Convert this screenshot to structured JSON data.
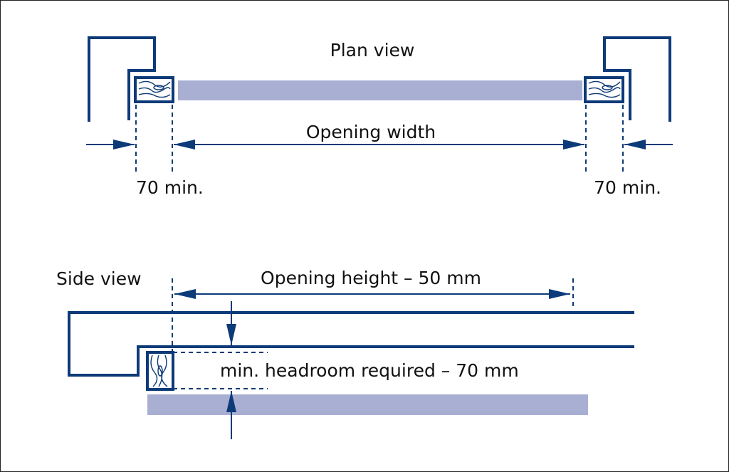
{
  "colors": {
    "line": "#0d3a78",
    "panel": "#a9afd3",
    "background": "#ffffff"
  },
  "plan_view": {
    "title": "Plan view",
    "opening_width_label": "Opening width",
    "left_min_label": "70 min.",
    "right_min_label": "70 min."
  },
  "side_view": {
    "title": "Side view",
    "opening_height_label": "Opening height – 50 mm",
    "headroom_label": "min. headroom required – 70 mm"
  },
  "icons": [
    "wood-grain-block-icon",
    "arrow-right-icon",
    "arrow-left-icon",
    "arrow-down-icon",
    "arrow-up-icon"
  ]
}
